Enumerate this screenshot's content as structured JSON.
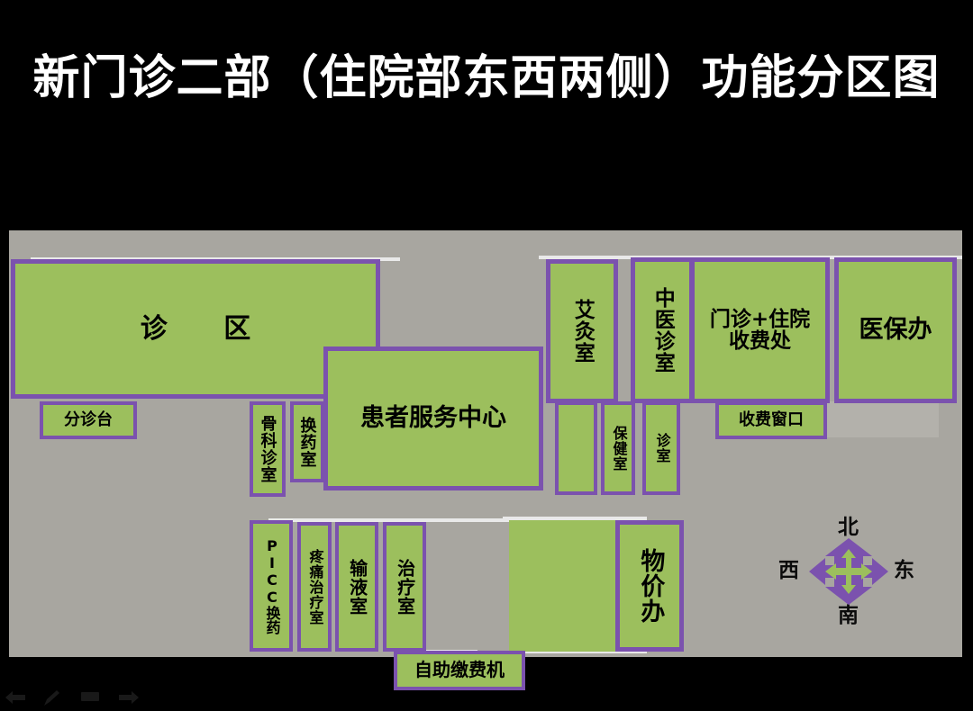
{
  "slide": {
    "title": "新门诊二部（住院部东西两侧）功能分区图",
    "background_color": "#000000",
    "canvas_color": "#a8a6a0",
    "room_fill_color": "#9cbf5d",
    "room_border_color": "#7b52ae"
  },
  "rooms": {
    "consult_zone": "诊        区",
    "triage_desk": "分诊台",
    "ortho_clinic": "骨科诊室",
    "dressing_room": "换药室",
    "patient_service_center": "患者服务中心",
    "moxibustion_room": "艾灸室",
    "tcm_clinic": "中医诊室",
    "health_care_room": "保健室",
    "clinic_room": "诊室",
    "outpatient_inpatient_cashier": "门诊+住院收费处",
    "cashier_window": "收费窗口",
    "medical_insurance_office": "医保办",
    "picc_dressing": "PICC换药",
    "pain_treatment_room": "疼痛治疗室",
    "infusion_room": "输液室",
    "treatment_room": "治疗室",
    "price_office": "物价办",
    "self_service_payment_machine": "自助缴费机",
    "unlabeled_room_a": "",
    "unlabeled_room_b": ""
  },
  "compass": {
    "north": "北",
    "south": "南",
    "east": "东",
    "west": "西",
    "arrow_fill": "#9cbf5d",
    "arrow_stroke": "#7b52ae"
  },
  "toolbar": {
    "items": [
      {
        "icon": "back-arrow-icon"
      },
      {
        "icon": "pen-icon"
      },
      {
        "icon": "slide-icon"
      },
      {
        "icon": "forward-arrow-icon"
      }
    ]
  }
}
